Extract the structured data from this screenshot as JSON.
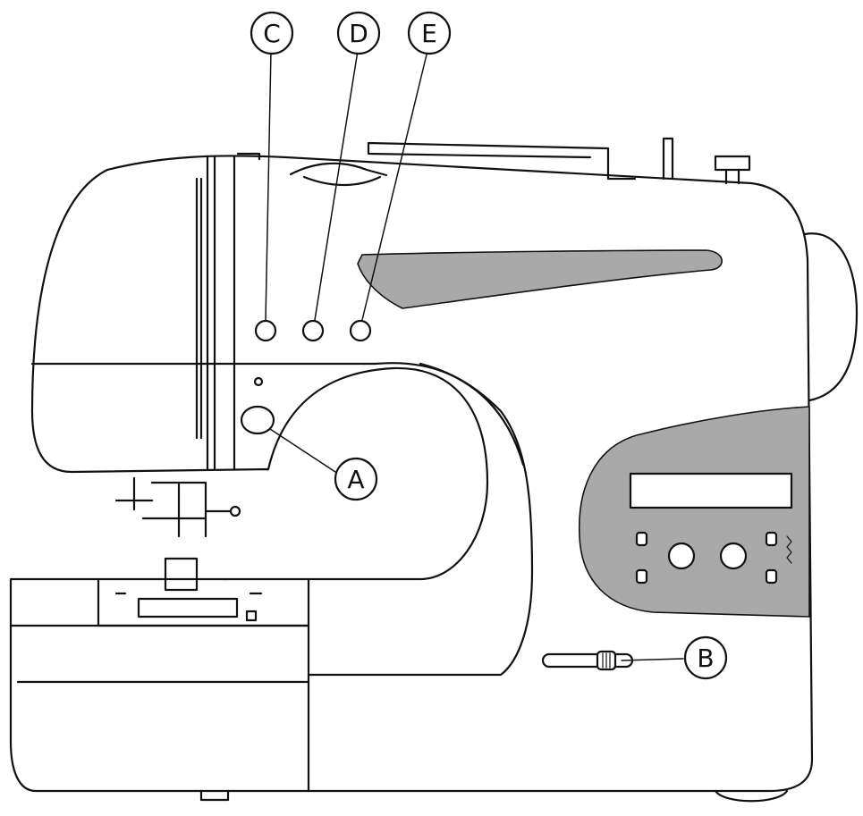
{
  "diagram": {
    "subject": "sewing-machine-front-view",
    "colors": {
      "line": "#111111",
      "panel_fill": "#a9a9a9",
      "body_fill": "#ffffff"
    },
    "callouts": [
      {
        "key": "A",
        "label": "A",
        "target": "button-a"
      },
      {
        "key": "B",
        "label": "B",
        "target": "speed-slider"
      },
      {
        "key": "C",
        "label": "C",
        "target": "button-c"
      },
      {
        "key": "D",
        "label": "D",
        "target": "button-d"
      },
      {
        "key": "E",
        "label": "E",
        "target": "button-e"
      }
    ]
  }
}
